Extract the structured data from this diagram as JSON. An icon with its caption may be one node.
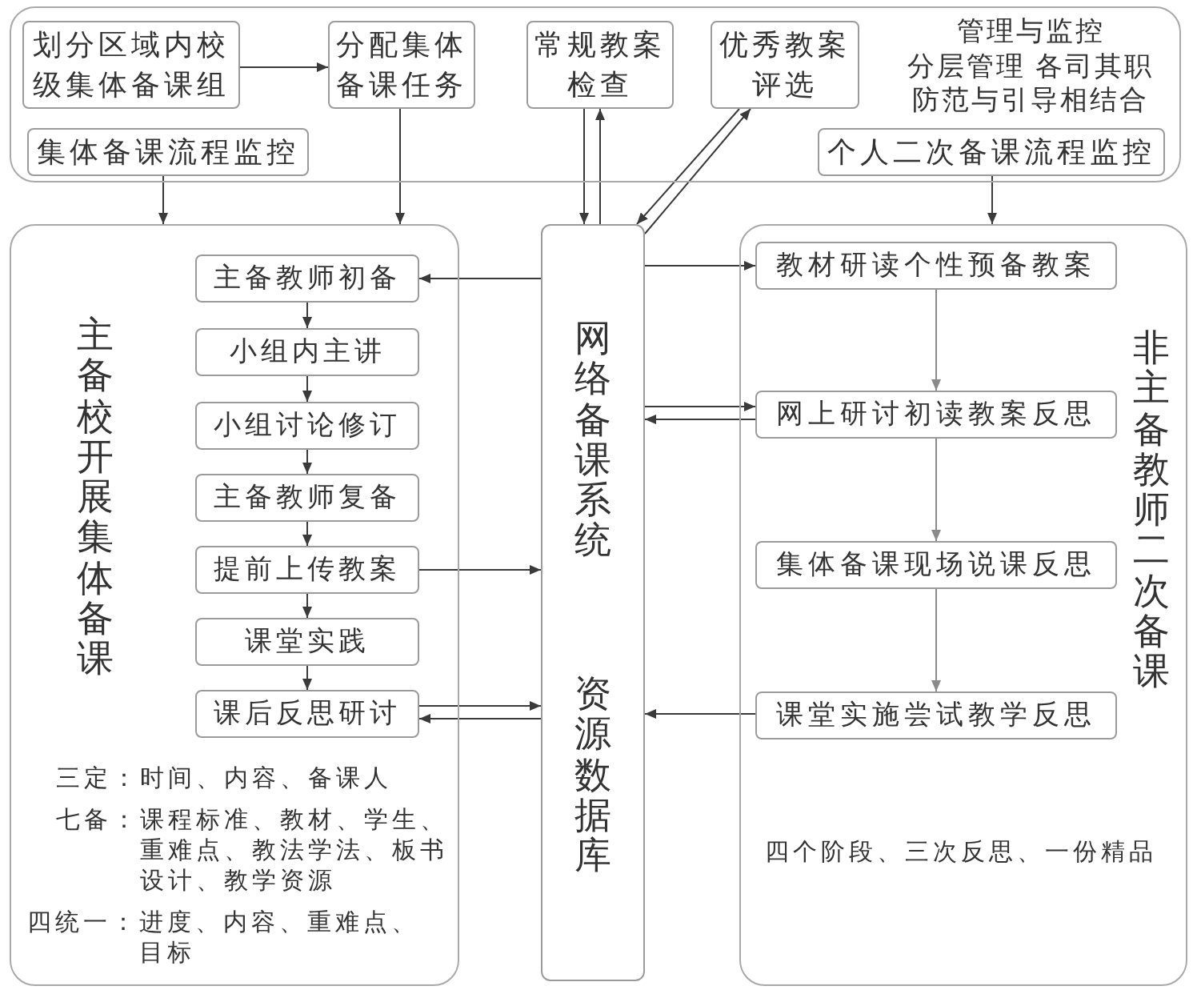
{
  "diagram": {
    "nodes": [
      {
        "text": [
          "管理与监控",
          "分层管理 各司其职",
          "防范与引导相结合"
        ]
      },
      {
        "text": [
          "划分区域内校级集体备课组"
        ],
        "in": 0
      },
      {
        "text": [
          "分配集体备课任务"
        ],
        "in": 0
      },
      {
        "text": [
          "常规教案检查"
        ],
        "in": 0
      },
      {
        "text": [
          "优秀教案评选"
        ],
        "in": 0
      },
      {
        "text": [
          "集体备课流程监控"
        ],
        "in": 0
      },
      {
        "text": [
          "个人二次备课流程监控"
        ],
        "in": 0
      },
      {
        "text": [
          "主备校开展集体备课",
          "三定：时间、内容、备课人",
          "七备：课程标准、教材、学生、重难点、教法学法、板书设计、教学资源",
          "四统一：进度、内容、重难点、目标"
        ]
      },
      {
        "text": [
          "主备教师初备"
        ],
        "in": 7
      },
      {
        "text": [
          "小组内主讲"
        ],
        "in": 7
      },
      {
        "text": [
          "小组讨论修订"
        ],
        "in": 7
      },
      {
        "text": [
          "主备教师复备"
        ],
        "in": 7
      },
      {
        "text": [
          "提前上传教案"
        ],
        "in": 7
      },
      {
        "text": [
          "课堂实践"
        ],
        "in": 7
      },
      {
        "text": [
          "课后反思研讨"
        ],
        "in": 7
      },
      {
        "text": [
          "网络备课系统",
          "资源数据库"
        ]
      },
      {
        "text": [
          "非主备教师二次备课",
          "四个阶段、三次反思、一份精品"
        ]
      },
      {
        "text": [
          "教材研读个性预备教案"
        ],
        "in": 16
      },
      {
        "text": [
          "网上研讨初读教案反思"
        ],
        "in": 16
      },
      {
        "text": [
          "集体备课现场说课反思"
        ],
        "in": 16
      },
      {
        "text": [
          "课堂实施尝试教学反思"
        ],
        "in": 16
      }
    ],
    "edges": [
      {
        "from": 1,
        "to": 2,
        "arrow": "to"
      },
      {
        "from": 5,
        "to": 7,
        "arrow": "to"
      },
      {
        "from": 2,
        "to": 7,
        "arrow": "to"
      },
      {
        "from": 3,
        "to": 15,
        "arrow": "to"
      },
      {
        "from": 15,
        "to": 3,
        "arrow": "to"
      },
      {
        "from": 4,
        "to": 15,
        "arrow": "to"
      },
      {
        "from": 15,
        "to": 4,
        "arrow": "to"
      },
      {
        "from": 6,
        "to": 16,
        "arrow": "to"
      },
      {
        "from": 8,
        "to": 9,
        "arrow": "to"
      },
      {
        "from": 9,
        "to": 10,
        "arrow": "to"
      },
      {
        "from": 10,
        "to": 11,
        "arrow": "to"
      },
      {
        "from": 11,
        "to": 12,
        "arrow": "to"
      },
      {
        "from": 12,
        "to": 13,
        "arrow": "to"
      },
      {
        "from": 13,
        "to": 14,
        "arrow": "to"
      },
      {
        "from": 15,
        "to": 8,
        "arrow": "to"
      },
      {
        "from": 12,
        "to": 15,
        "arrow": "to"
      },
      {
        "from": 14,
        "to": 15,
        "arrow": "to"
      },
      {
        "from": 15,
        "to": 14,
        "arrow": "to"
      },
      {
        "from": 15,
        "to": 17,
        "arrow": "to"
      },
      {
        "from": 15,
        "to": 18,
        "arrow": "to"
      },
      {
        "from": 18,
        "to": 15,
        "arrow": "to"
      },
      {
        "from": 17,
        "to": 18,
        "arrow": "to",
        "color": "#8a8a8a"
      },
      {
        "from": 18,
        "to": 19,
        "arrow": "to",
        "color": "#8a8a8a"
      },
      {
        "from": 19,
        "to": 20,
        "arrow": "to",
        "color": "#8a8a8a"
      },
      {
        "from": 20,
        "to": 15,
        "arrow": "to"
      }
    ]
  }
}
